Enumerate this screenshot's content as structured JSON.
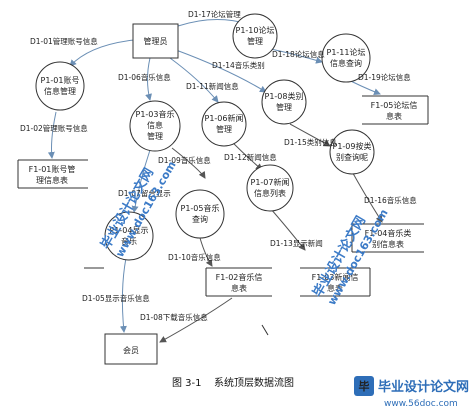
{
  "entities": {
    "admin": "管理员",
    "member": "会员"
  },
  "processes": {
    "p101": [
      "P1-01账号",
      "信息管理"
    ],
    "p110": [
      "P1-10论坛",
      "管理"
    ],
    "p111": [
      "P1-11论坛",
      "信息查询"
    ],
    "p103": [
      "P1-03音乐",
      "信息",
      "管理"
    ],
    "p106": [
      "P1-06新闻",
      "管理"
    ],
    "p108": [
      "P1-08类别",
      "管理"
    ],
    "p109": [
      "P1-09按类",
      "别查询呢"
    ],
    "p107": [
      "P1-07新闻",
      "信息列表"
    ],
    "p104": [
      "P1-04显示",
      "音乐"
    ],
    "p105": [
      "P1-05音乐",
      "查询"
    ]
  },
  "stores": {
    "f101": [
      "F1-01账号管",
      "理信息表"
    ],
    "f105": [
      "F1-05论坛信",
      "息表"
    ],
    "f104": [
      "F1-04音乐类",
      "别信息表"
    ],
    "f102": [
      "F1-02音乐信",
      "息表"
    ],
    "f103": [
      "F1-03新闻信",
      "息表"
    ]
  },
  "flows": {
    "d101": "D1-01管理账号信息",
    "d102": "D1-02管理账号信息",
    "d117": "D1-17论坛管理",
    "d118": "D1-18论坛信息",
    "d119": "D1-19论坛信息",
    "d114": "D1-14音乐类别",
    "d106": "D1-06音乐信息",
    "d111": "D1-11新闻信息",
    "d109": "D1-09音乐信息",
    "d112": "D1-12新闻信息",
    "d115": "D1-15类别信息",
    "d116": "D1-16音乐信息",
    "d107": "D1-07留台显示",
    "d110": "D1-10音乐信息",
    "d113": "D1-13显示新闻",
    "d105": "D1-05显示音乐信息",
    "d108": "D1-08下载音乐信息"
  },
  "watermark": {
    "text1": "毕业设计论文网",
    "url1": "www.doc163.com",
    "text2": "毕业设计论文网",
    "url2": "www.doc163.com"
  },
  "caption": {
    "number": "图 3-1",
    "text": "系统顶层数据流图"
  },
  "logo": {
    "title": "毕业设计论文网",
    "url": "www.56doc.com"
  }
}
